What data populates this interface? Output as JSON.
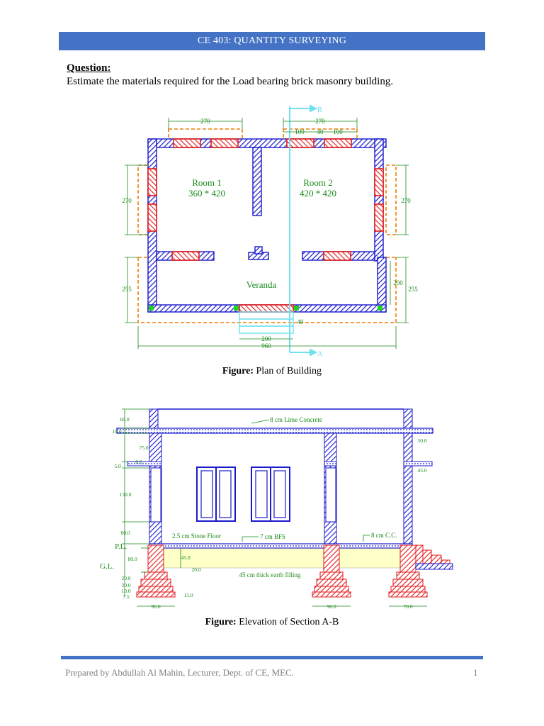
{
  "header": {
    "title": "CE 403: QUANTITY SURVEYING",
    "color": "#4472c4"
  },
  "question": {
    "label": "Question:",
    "text": "Estimate the materials required for the Load bearing brick masonry building."
  },
  "plan": {
    "caption_bold": "Figure:",
    "caption_text": " Plan of Building",
    "rooms": [
      {
        "name": "Room 1",
        "size": "360 * 420"
      },
      {
        "name": "Room 2",
        "size": "420 * 420"
      },
      {
        "name": "Veranda",
        "size": ""
      }
    ],
    "dims": {
      "top_left": "270",
      "top_right": "270",
      "split_a": "100",
      "split_b": "40",
      "split_c": "100",
      "left_upper": "270",
      "right_upper": "270",
      "left_lower": "255",
      "right_lower": "255",
      "right_inner": "200",
      "bottom_inner": "200",
      "bottom_total": "960",
      "step": "40"
    },
    "section_labels": {
      "top": "B",
      "bottom": "A"
    },
    "colors": {
      "wall": "#1a1acc",
      "opening": "#e31a1c",
      "dim": "#1a8a1a",
      "foundation": "#f07d00",
      "section": "#6fe0f0"
    }
  },
  "elevation": {
    "caption_bold": "Figure:",
    "caption_text": " Elevation of Section A-B",
    "notes": {
      "roof": "8 cm Lime Concrete",
      "floor": "2.5 cm Stone Floor",
      "dpc": "7 cm BFS",
      "cc": "8 cm C.C.",
      "filling": "45 cm thick  earth filling"
    },
    "levels": {
      "pl": "P.L.",
      "gl": "G.L."
    },
    "dims": {
      "parapet": "60.0",
      "slab": "10.0",
      "lintel_gap": "75.0",
      "lintel": "8.0",
      "sunshade": "5.0",
      "window": "150.0",
      "plinth_wall": "60.0",
      "plinth": "80.0",
      "fill": "45.0",
      "base": "20.0",
      "step1": "20.0",
      "step2": "20.0",
      "step3": "10.0",
      "step4": "7.5",
      "found_a": "15.0",
      "found_left": "90.0",
      "found_mid": "90.0",
      "found_right": "70.0",
      "proj_right": "50.0",
      "sun_right": "45.0"
    }
  },
  "footer": {
    "text": "Prepared by Abdullah Al Mahin, Lecturer, Dept. of CE, MEC.",
    "page": "1"
  }
}
